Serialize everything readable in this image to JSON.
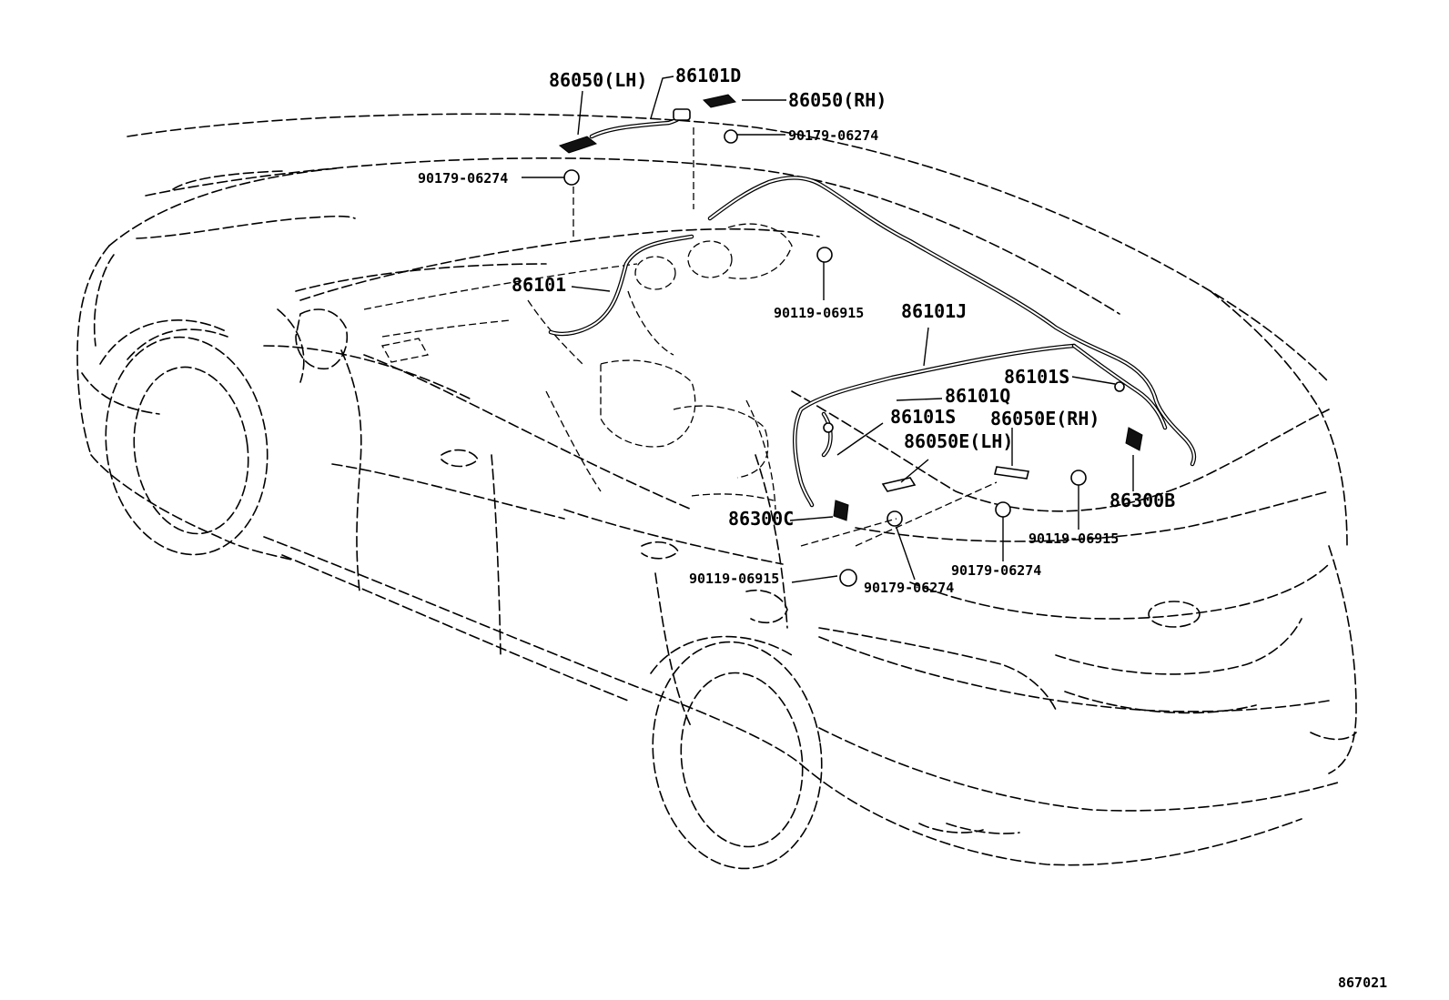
{
  "diagram": {
    "drawing_number": "867021",
    "labels": [
      {
        "id": "lbl-86050-lh",
        "text": "86050(LH)"
      },
      {
        "id": "lbl-86101d",
        "text": "86101D"
      },
      {
        "id": "lbl-86050-rh",
        "text": "86050(RH)"
      },
      {
        "id": "lbl-90179-a",
        "text": "90179-06274"
      },
      {
        "id": "lbl-90179-b",
        "text": "90179-06274"
      },
      {
        "id": "lbl-86101",
        "text": "86101"
      },
      {
        "id": "lbl-90119-a",
        "text": "90119-06915"
      },
      {
        "id": "lbl-86101j",
        "text": "86101J"
      },
      {
        "id": "lbl-86101s-a",
        "text": "86101S"
      },
      {
        "id": "lbl-86101q",
        "text": "86101Q"
      },
      {
        "id": "lbl-86101s-b",
        "text": "86101S"
      },
      {
        "id": "lbl-86050e-rh",
        "text": "86050E(RH)"
      },
      {
        "id": "lbl-86050e-lh",
        "text": "86050E(LH)"
      },
      {
        "id": "lbl-86300b",
        "text": "86300B"
      },
      {
        "id": "lbl-86300c",
        "text": "86300C"
      },
      {
        "id": "lbl-90119-b",
        "text": "90119-06915"
      },
      {
        "id": "lbl-90179-c",
        "text": "90179-06274"
      },
      {
        "id": "lbl-90119-c",
        "text": "90119-06915"
      },
      {
        "id": "lbl-90179-d",
        "text": "90179-06274"
      }
    ]
  }
}
